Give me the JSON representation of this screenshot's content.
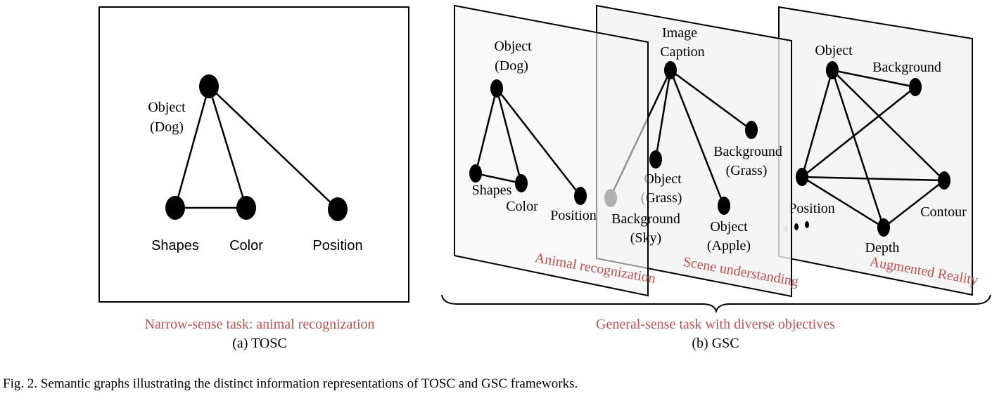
{
  "panel_a": {
    "nodes": {
      "object": [
        "Object",
        "(Dog)"
      ],
      "shapes": "Shapes",
      "color": "Color",
      "position": "Position"
    },
    "caption_task": "Narrow-sense task: animal recognization",
    "caption_label": "(a) TOSC"
  },
  "panel_b": {
    "planes": {
      "animal": {
        "task": "Animal recognization",
        "nodes": {
          "object": [
            "Object",
            "(Dog)"
          ],
          "shapes": "Shapes",
          "color": "Color",
          "position": "Position"
        }
      },
      "scene": {
        "task": "Scene understanding",
        "nodes": {
          "caption": [
            "Image",
            "Caption"
          ],
          "background_grass": [
            "Background",
            "(Grass)"
          ],
          "object_grass": [
            "Object",
            "(Grass)"
          ],
          "object_apple": [
            "Object",
            "(Apple)"
          ],
          "background_sky": [
            "Background",
            "(Sky)"
          ]
        }
      },
      "ar": {
        "task": "Augmented Reality",
        "nodes": {
          "object": "Object",
          "background": "Background",
          "position": "Position",
          "contour": "Contour",
          "depth": "Depth"
        }
      }
    },
    "caption_task": "General-sense task with diverse objectives",
    "caption_label": "(b) GSC"
  },
  "figure_caption": "Fig. 2.  Semantic graphs illustrating the distinct information representations of TOSC and GSC frameworks.",
  "colors": {
    "accent": "#c0504d",
    "node": "#000000",
    "faded": "#b0b0b0"
  }
}
